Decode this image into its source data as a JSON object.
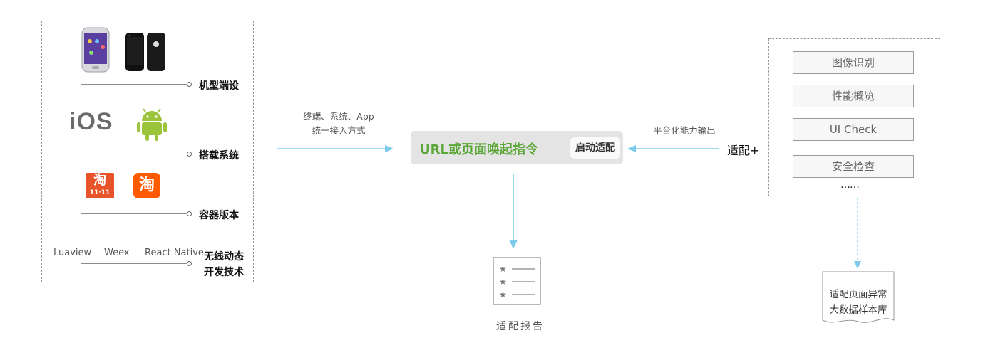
{
  "left_panel": {
    "rows": [
      {
        "label": "机型端设",
        "icons": [
          "android-phone-icon",
          "iphone-icon"
        ]
      },
      {
        "label": "搭载系统",
        "icons": [
          "ios-logo-icon",
          "android-robot-icon"
        ]
      },
      {
        "label": "容器版本",
        "icons": [
          "taobao-1111-icon",
          "taobao-app-icon"
        ]
      }
    ],
    "ios_text": "iOS",
    "taobao_glyph": "淘",
    "taobao_sale": "11·11",
    "libs": [
      "Luaview",
      "Weex",
      "React Native"
    ],
    "last_label_line1": "无线动态",
    "last_label_line2": "开发技术"
  },
  "left_arrow_note": {
    "line1": "终端、系统、App",
    "line2": "统一接入方式"
  },
  "center": {
    "command": "URL或页面唤起指令",
    "start_button": "启动适配"
  },
  "right_arrow_note": "平台化能力输出",
  "adapt_plus": "适配+",
  "right_panel": {
    "features": [
      "图像识别",
      "性能概览",
      "UI Check",
      "安全检查"
    ],
    "more": "……"
  },
  "report_label": "适配报告",
  "sample_doc": {
    "line1": "适配页面异常",
    "line2": "大数据样本库"
  },
  "colors": {
    "arrow": "#7ccbea",
    "command_green": "#5aa637",
    "command_bg": "#e4e4e4",
    "taobao_orange": "#ff5a00",
    "android_green": "#9bc43a"
  }
}
